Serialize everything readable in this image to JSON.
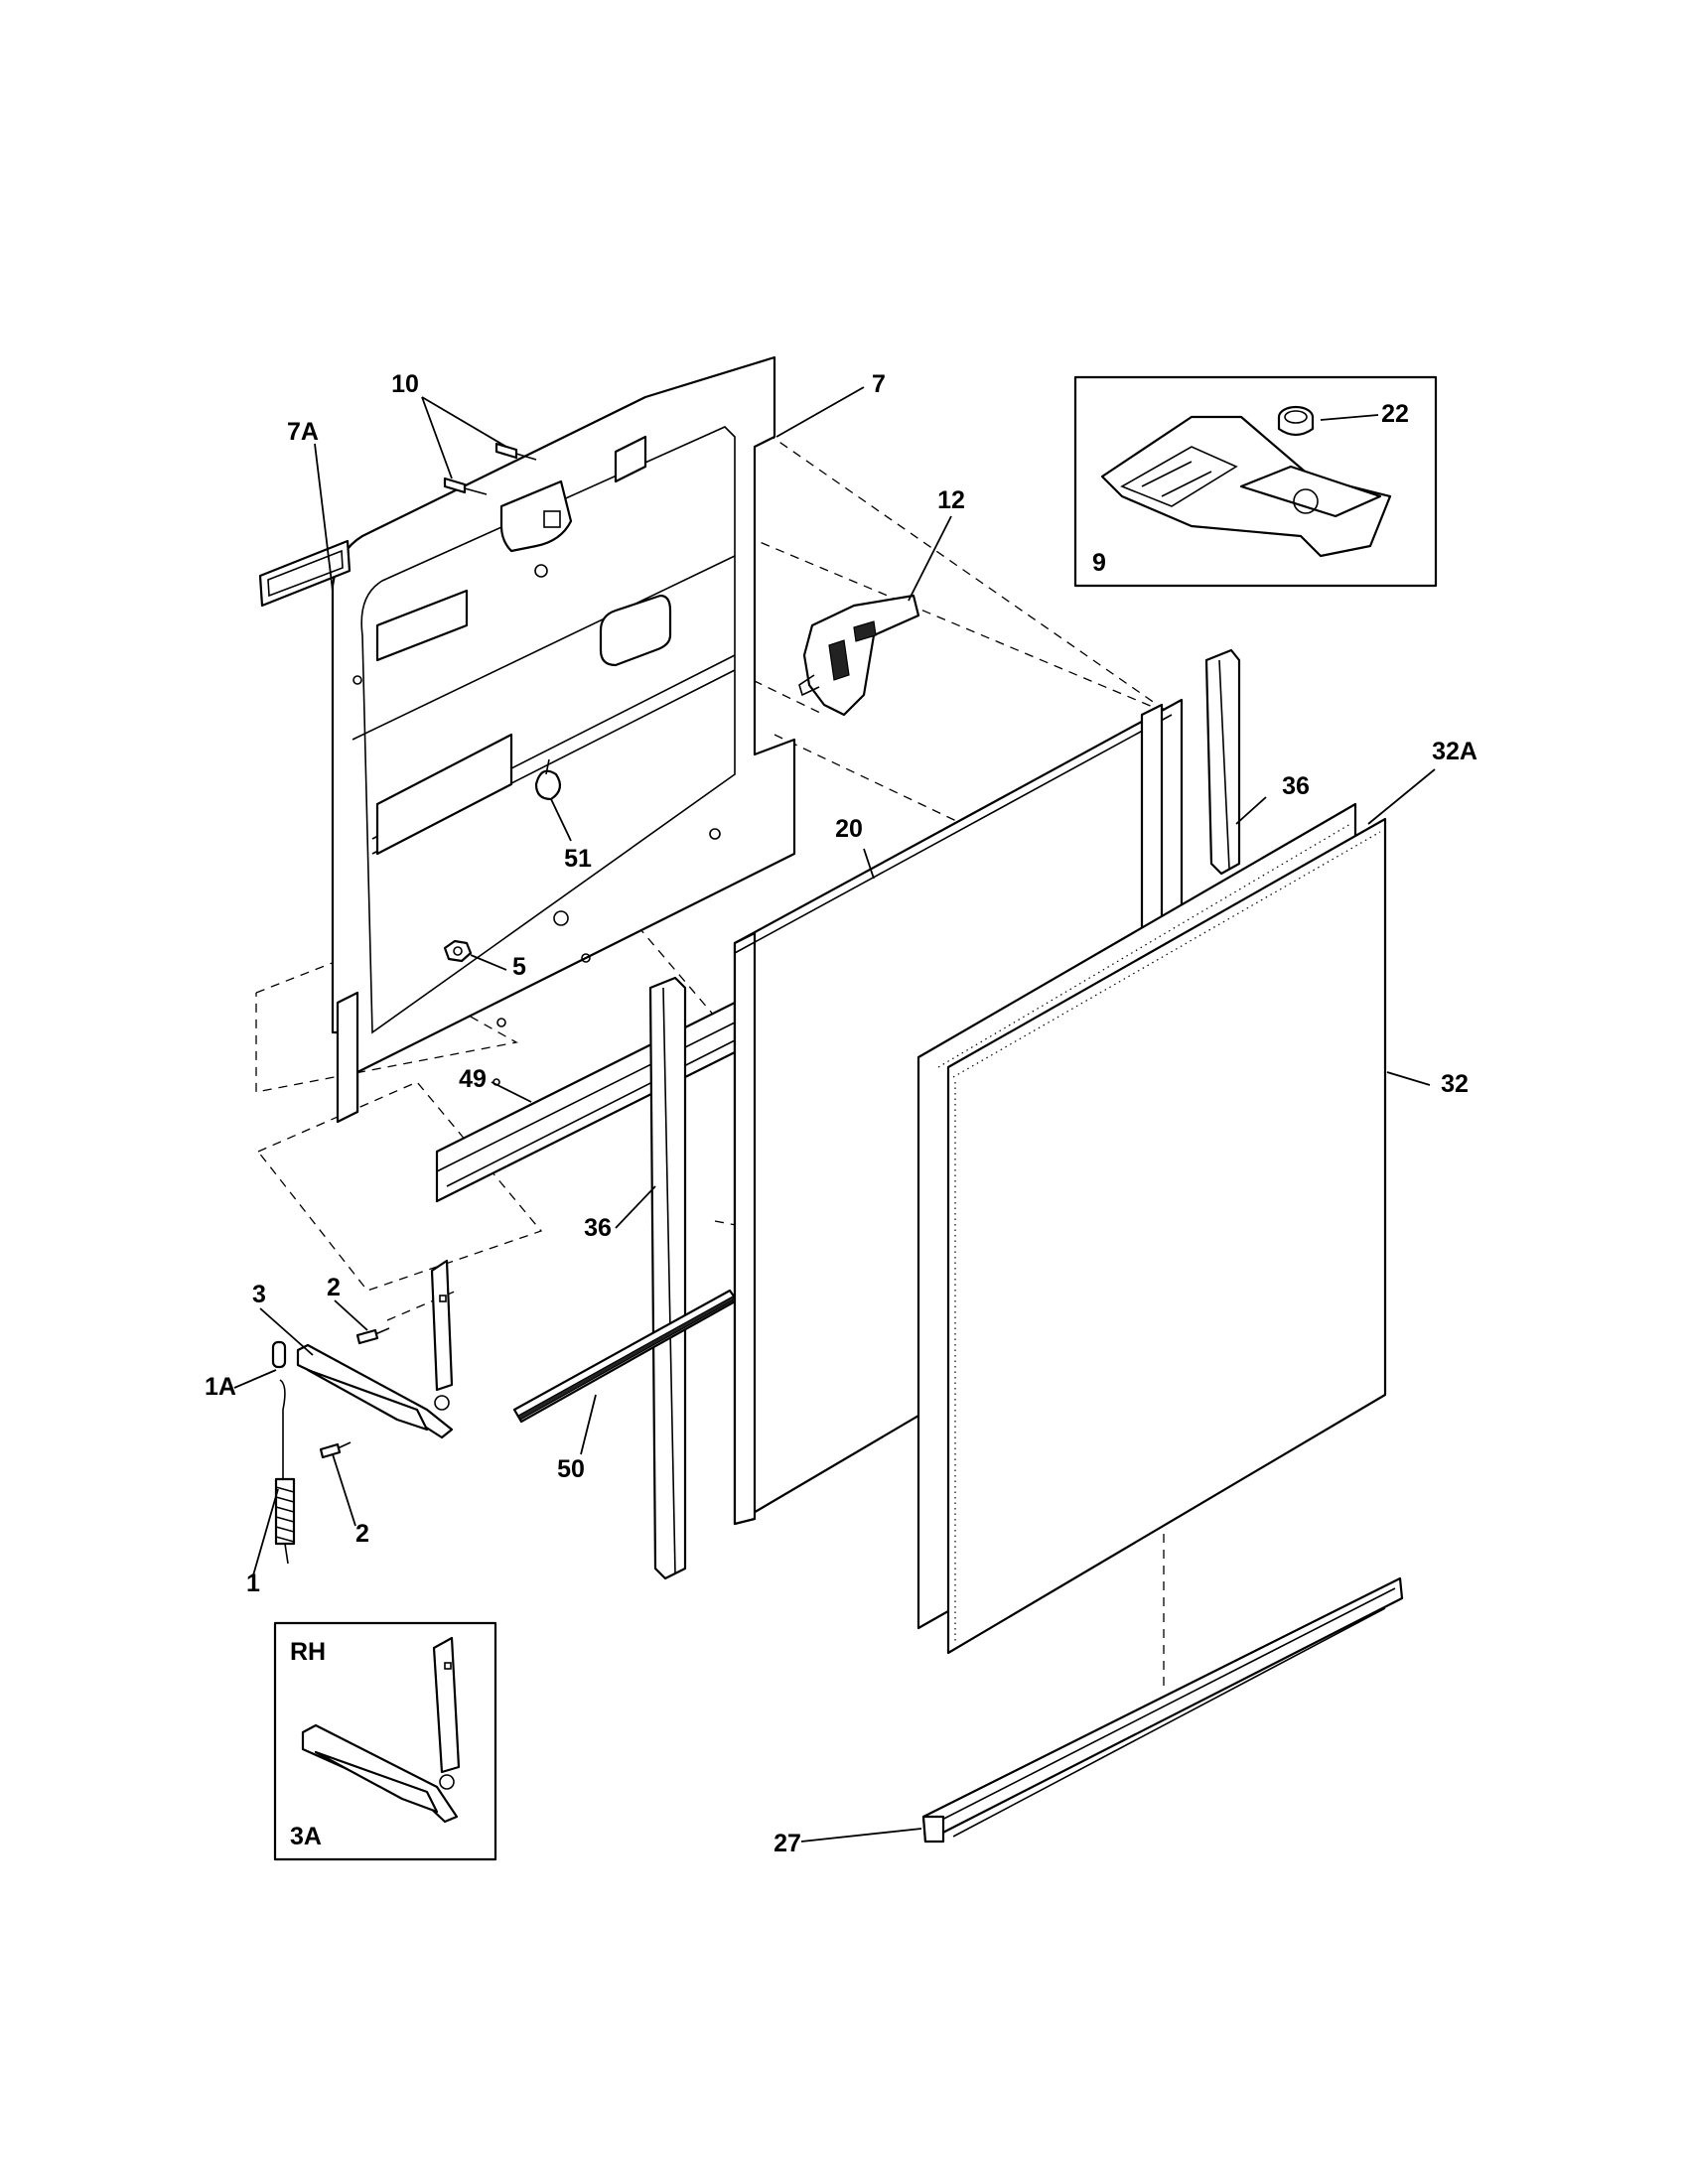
{
  "callouts": {
    "c10": "10",
    "c7A": "7A",
    "c7": "7",
    "c12": "12",
    "c22": "22",
    "c9": "9",
    "c36_top": "36",
    "c32A": "32A",
    "c20": "20",
    "c51": "51",
    "c5": "5",
    "c49": "49",
    "c32": "32",
    "c36_bottom": "36",
    "c3": "3",
    "c2_top": "2",
    "c1A": "1A",
    "c50": "50",
    "c2_bottom": "2",
    "c1": "1",
    "cRH": "RH",
    "c3A": "3A",
    "c27": "27"
  }
}
